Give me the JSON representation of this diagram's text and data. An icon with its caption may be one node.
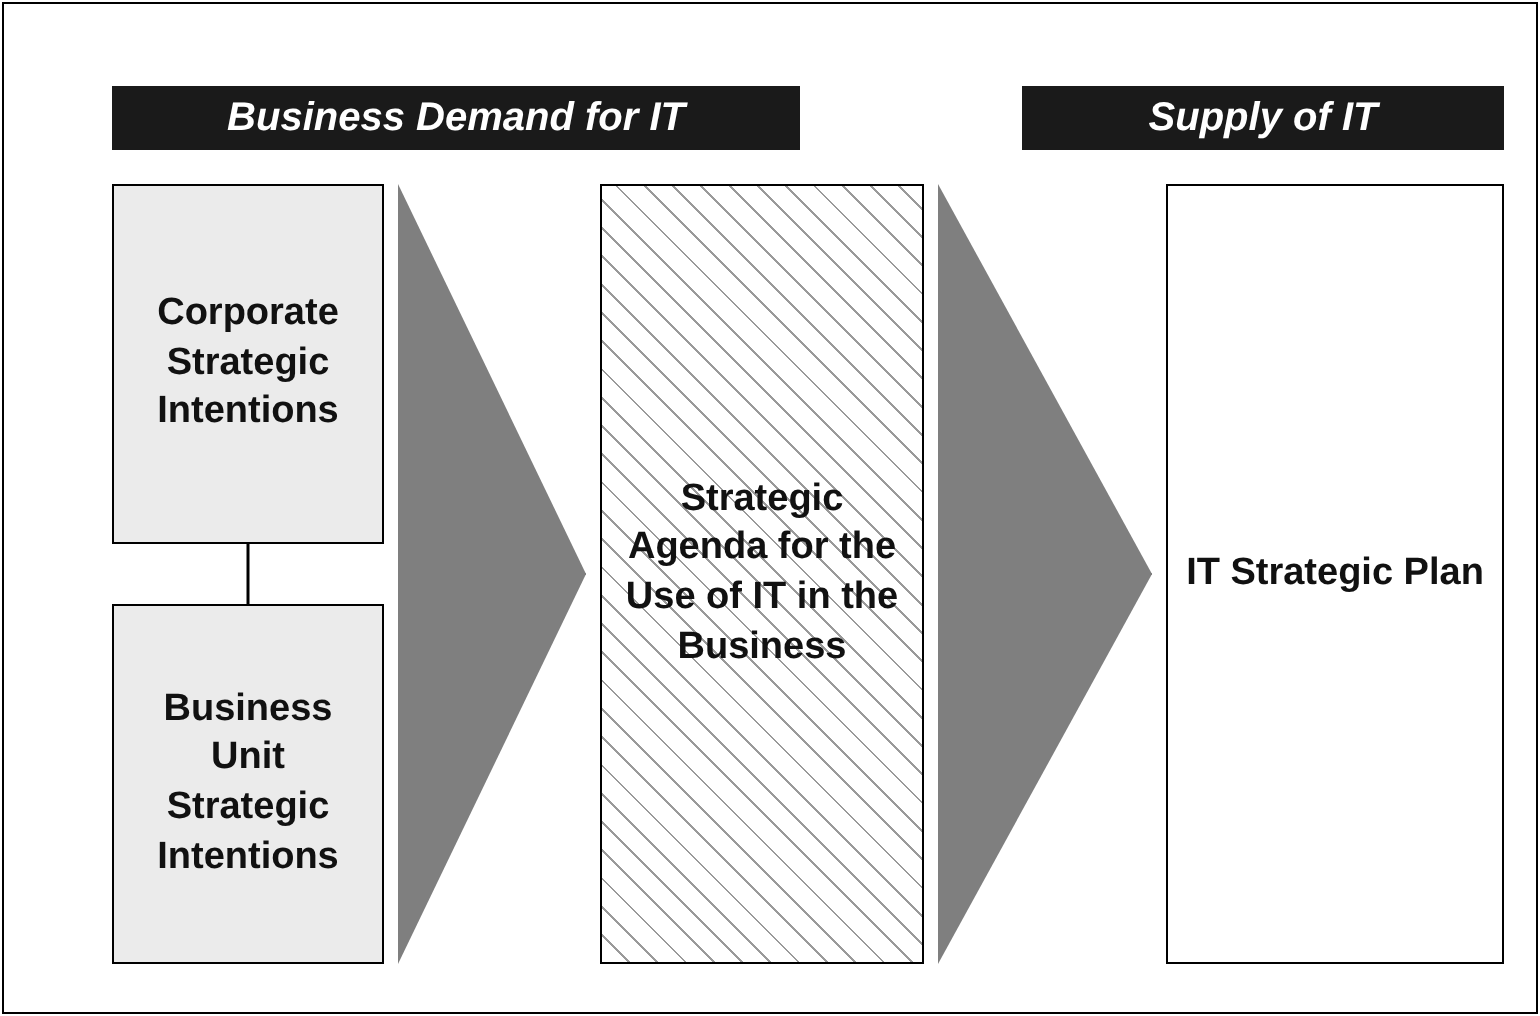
{
  "diagram": {
    "nodes": [
      {
        "text": [
          "Business Demand for IT"
        ]
      },
      {
        "text": [
          "Supply of IT"
        ]
      },
      {
        "text": [
          "Corporate Strategic Intentions"
        ]
      },
      {
        "text": [
          "Business Unit Strategic Intentions"
        ]
      },
      {
        "text": [
          "Strategic Agenda for the Use of IT in the Business"
        ]
      },
      {
        "text": [
          "IT Strategic Plan"
        ]
      }
    ],
    "edges": [
      {
        "from": 2,
        "to": 3,
        "arrow": "none",
        "color": "#000000"
      },
      {
        "from": 2,
        "to": 4,
        "arrow": "to"
      },
      {
        "from": 3,
        "to": 4,
        "arrow": "to"
      },
      {
        "from": 4,
        "to": 5,
        "arrow": "to"
      }
    ]
  }
}
